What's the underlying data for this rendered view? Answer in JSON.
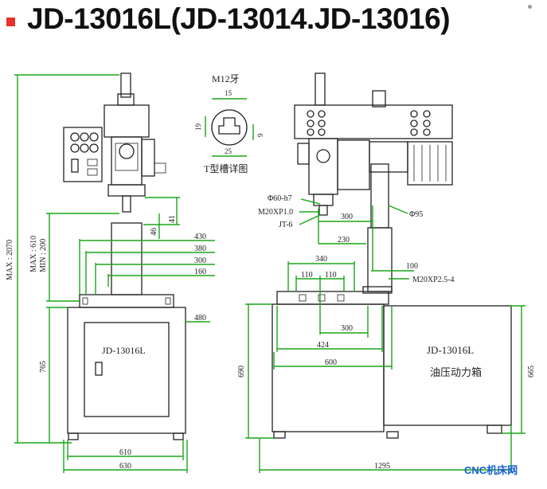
{
  "header": {
    "title": "JD-13016L(JD-13014.JD-13016)",
    "marker_color": "#e8322b"
  },
  "slot_detail": {
    "thread": "M12牙",
    "w_top": "15",
    "h_left": "19",
    "w_bottom": "25",
    "h_right": "9",
    "caption": "T型槽详图"
  },
  "left_view": {
    "total_height": "MAX : 2070",
    "stroke": "MAX : 610",
    "stroke_min": "MIN : 200",
    "dim_46": "46",
    "dim_41": "41",
    "w_430": "430",
    "w_380": "380",
    "w_300": "300",
    "w_160": "160",
    "w_480": "480",
    "h_765": "765",
    "base_610": "610",
    "base_630": "630",
    "cabinet_label": "JD-13016L"
  },
  "right_view": {
    "spindle_dia": "Φ60-h7",
    "spindle_thread": "M20XP1.0",
    "taper": "JT-6",
    "reach_300": "300",
    "column_dia": "Φ95",
    "reach_230": "230",
    "table_340": "340",
    "slot_110a": "110",
    "slot_110b": "110",
    "dim_100": "100",
    "column_thread": "M20XP2.5-4",
    "base_300": "300",
    "base_424": "424",
    "base_600": "600",
    "h_690": "690",
    "h_665": "665",
    "total_1295": "1295",
    "tank_model": "JD-13016L",
    "tank_label": "油压动力箱"
  },
  "watermark": {
    "text": "CNC机床网",
    "color": "#1560d6"
  }
}
